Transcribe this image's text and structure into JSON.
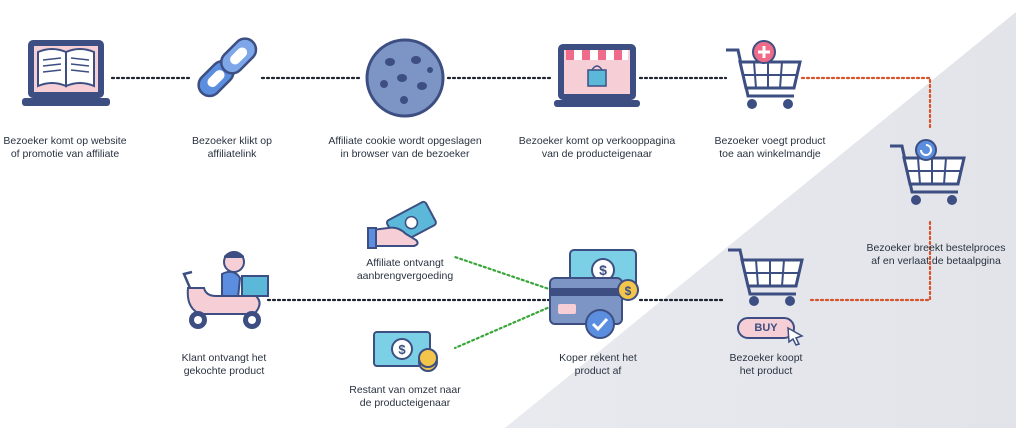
{
  "steps": {
    "website": {
      "line1": "Bezoeker komt op website",
      "line2": "of promotie van affiliate",
      "icon": "open-book-laptop-icon"
    },
    "link": {
      "line1": "Bezoeker klikt op",
      "line2": "affiliatelink",
      "icon": "chain-link-icon"
    },
    "cookie": {
      "line1": "Affiliate cookie wordt opgeslagen",
      "line2": "in browser van de bezoeker",
      "icon": "cookie-icon"
    },
    "shop": {
      "line1": "Bezoeker komt op verkooppagina",
      "line2": "van de producteigenaar",
      "icon": "online-shop-icon"
    },
    "add_cart": {
      "line1": "Bezoeker voegt product",
      "line2": "toe aan winkelmandje",
      "icon": "cart-plus-icon"
    },
    "abandon": {
      "line1": "Bezoeker breekt bestelproces",
      "line2": "af en verlaat de betaalpgina",
      "icon": "cart-return-icon"
    },
    "buy": {
      "line1": "Bezoeker koopt",
      "line2": "het product",
      "icon": "cart-buy-icon",
      "badge": "BUY"
    },
    "pay": {
      "line1": "Koper rekent het",
      "line2": "product af",
      "icon": "payment-card-icon"
    },
    "commission": {
      "line1": "Affiliate ontvangt",
      "line2": "aanbrengvergoeding",
      "icon": "hand-money-icon"
    },
    "remainder": {
      "line1": "Restant van omzet naar",
      "line2": "de producteigenaar",
      "icon": "money-bill-icon"
    },
    "delivery": {
      "line1": "Klant ontvangt het",
      "line2": "gekochte product",
      "icon": "delivery-scooter-icon"
    }
  },
  "colors": {
    "dotted_black": "#1f2530",
    "dotted_orange": "#d9532a",
    "dotted_green": "#3aa63a",
    "accent_blue": "#4a7fd4",
    "accent_pink": "#f06b8a",
    "bg_gray": "#e4e6ec"
  }
}
